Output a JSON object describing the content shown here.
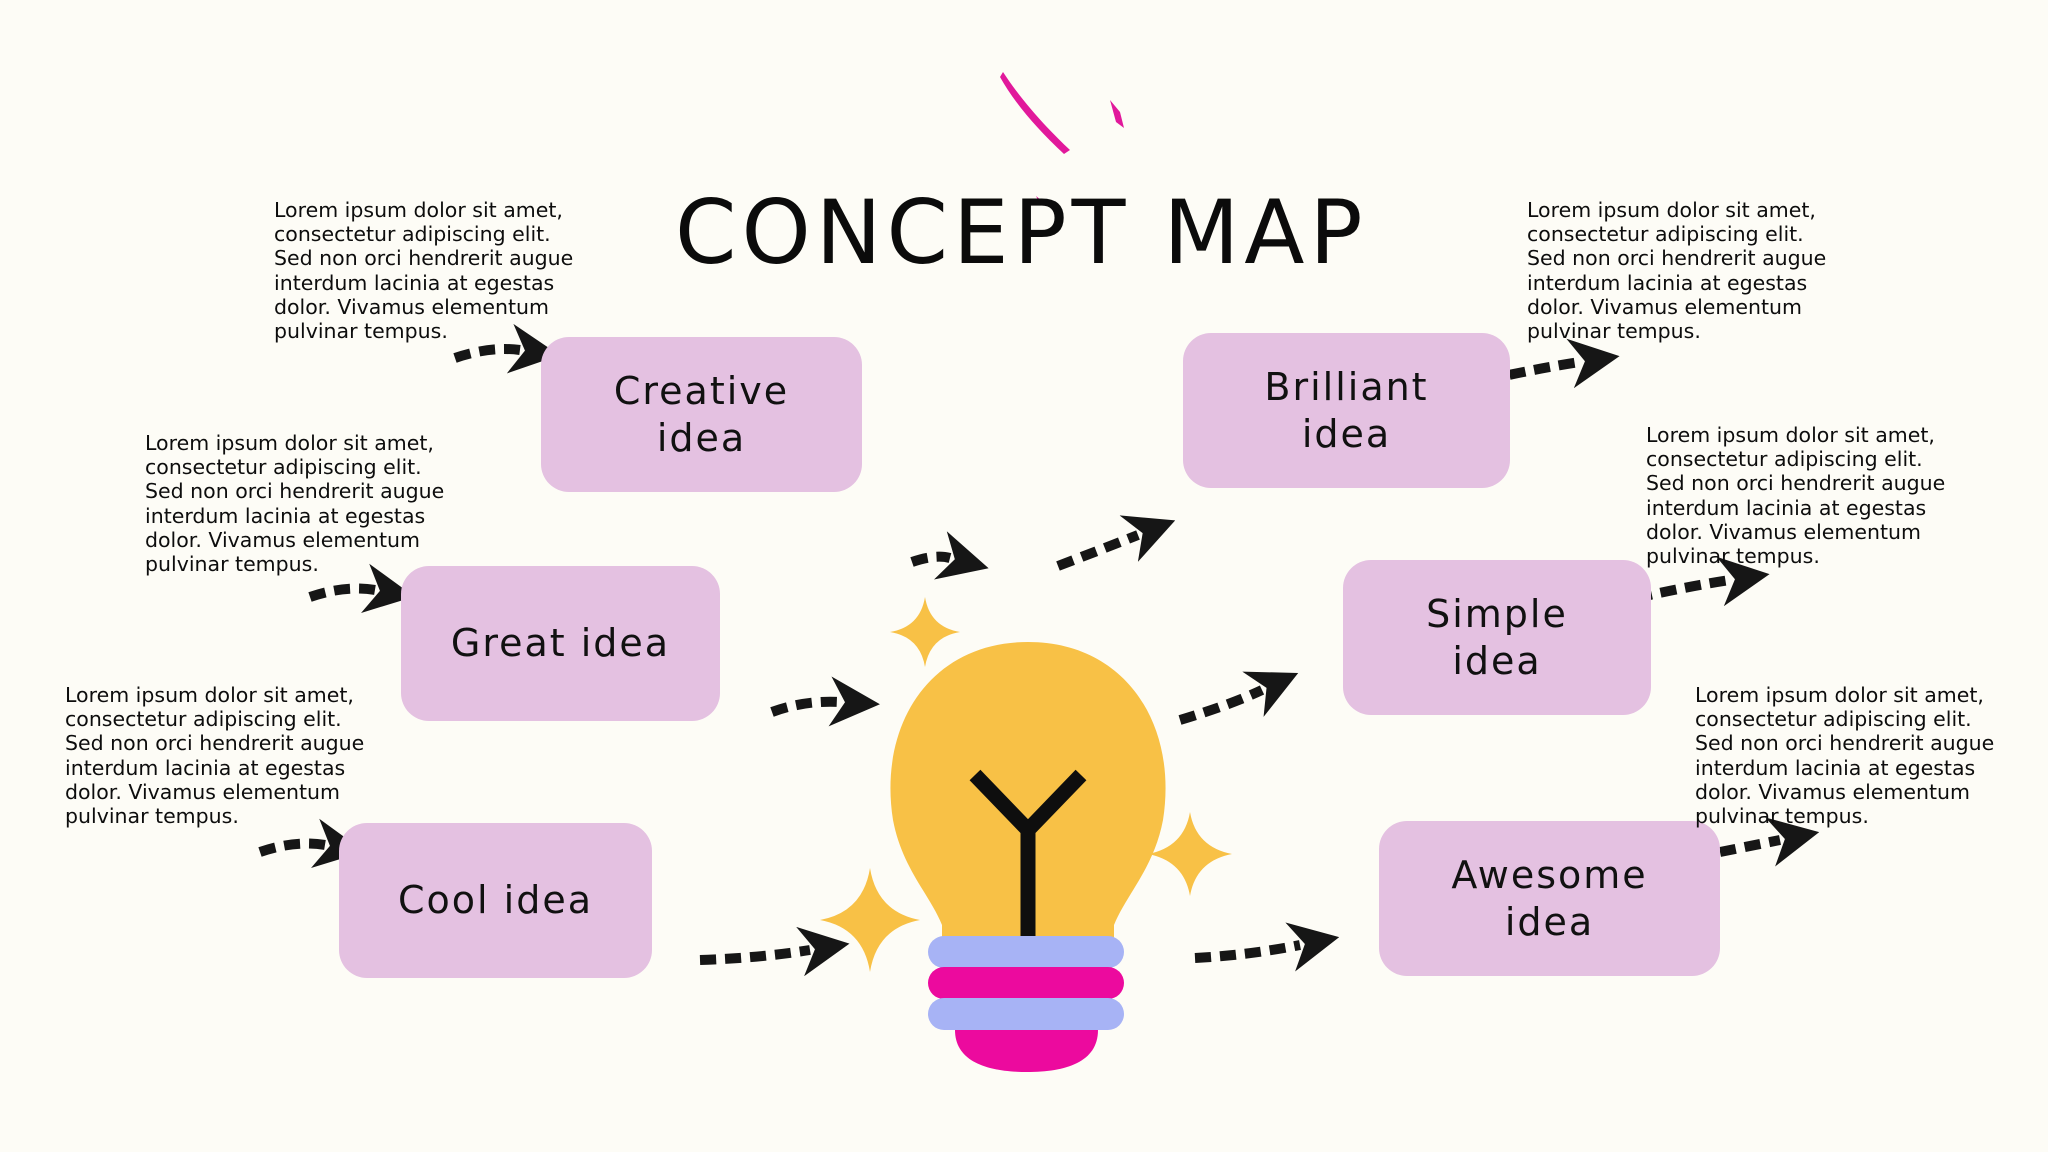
{
  "title": "CONCEPT MAP",
  "nodes": {
    "creative": "Creative idea",
    "great": "Great idea",
    "cool": "Cool idea",
    "brilliant": "Brilliant idea",
    "simple": "Simple idea",
    "awesome": "Awesome idea"
  },
  "notes": {
    "top_left": "Lorem ipsum dolor sit amet, consectetur adipiscing elit. Sed non orci hendrerit augue interdum lacinia at egestas dolor. Vivamus elementum pulvinar tempus.",
    "mid_left": "Lorem ipsum dolor sit amet, consectetur adipiscing elit. Sed non orci hendrerit augue interdum lacinia at egestas dolor. Vivamus elementum pulvinar tempus.",
    "bottom_left": "Lorem ipsum dolor sit amet, consectetur adipiscing elit. Sed non orci hendrerit augue interdum lacinia at egestas dolor. Vivamus elementum pulvinar tempus.",
    "top_right": "Lorem ipsum dolor sit amet, consectetur adipiscing elit. Sed non orci hendrerit augue interdum lacinia at egestas dolor. Vivamus elementum pulvinar tempus.",
    "mid_right": "Lorem ipsum dolor sit amet, consectetur adipiscing elit. Sed non orci hendrerit augue interdum lacinia at egestas dolor. Vivamus elementum pulvinar tempus.",
    "bottom_right": "Lorem ipsum dolor sit amet, consectetur adipiscing elit. Sed non orci hendrerit augue interdum lacinia at egestas dolor. Vivamus elementum pulvinar tempus."
  },
  "colors": {
    "background": "#fdfcf6",
    "node_fill": "#e4c1e1",
    "bulb_yellow": "#f8c146",
    "bulb_pink": "#ec0a9e",
    "bulb_lavender": "#a7b3f5",
    "accent_magenta": "#e1199b",
    "arrow": "#161616"
  },
  "icons": [
    "lightbulb-icon",
    "sparkle-icon",
    "dashed-arrow-icon",
    "brush-stroke-icon"
  ]
}
